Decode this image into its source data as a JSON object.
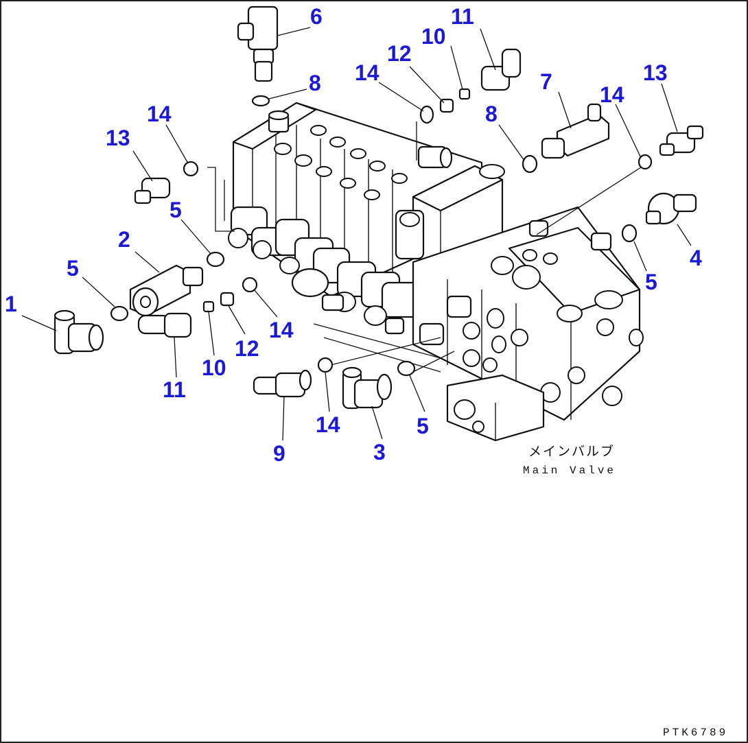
{
  "figure": {
    "caption_jp": "メインバルブ",
    "caption_en": "Main Valve",
    "drawing_code": "PTK6789"
  },
  "callouts": [
    "1",
    "2",
    "3",
    "4",
    "5",
    "6",
    "7",
    "8",
    "9",
    "10",
    "11",
    "12",
    "13",
    "14"
  ],
  "colors": {
    "callout": "#1a1ad6",
    "line": "#111111",
    "background": "#ffffff"
  }
}
